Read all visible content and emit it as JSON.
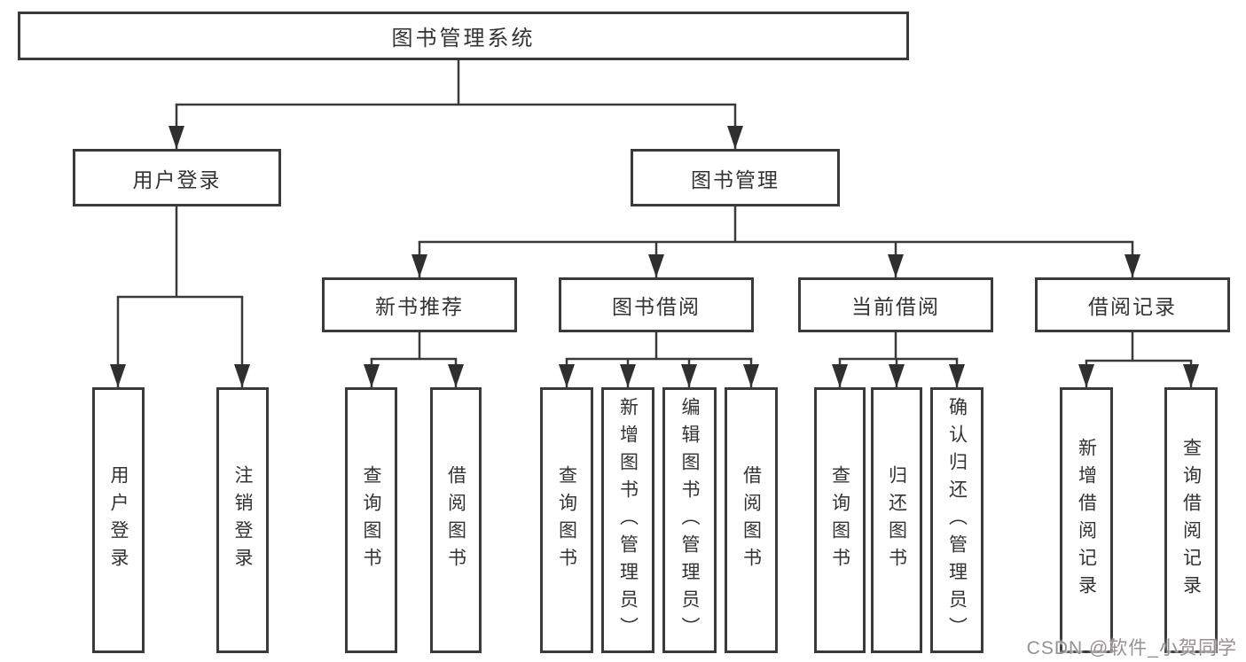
{
  "diagram": {
    "title": "图书管理系统",
    "colors": {
      "line": "#3a3a3a",
      "text": "#333333",
      "background": "#ffffff",
      "watermark": "#979093"
    },
    "tree": {
      "root": {
        "label": "图书管理系统"
      },
      "level2": [
        {
          "id": "user-login",
          "label": "用户登录"
        },
        {
          "id": "book-management",
          "label": "图书管理"
        }
      ],
      "level3": [
        {
          "id": "new-book-recommend",
          "label": "新书推荐",
          "parent": "book-management"
        },
        {
          "id": "book-borrow",
          "label": "图书借阅",
          "parent": "book-management"
        },
        {
          "id": "current-borrow",
          "label": "当前借阅",
          "parent": "book-management"
        },
        {
          "id": "borrow-record",
          "label": "借阅记录",
          "parent": "book-management"
        }
      ],
      "leaves": [
        {
          "parent": "user-login",
          "label": "用户登录"
        },
        {
          "parent": "user-login",
          "label": "注销登录"
        },
        {
          "parent": "new-book-recommend",
          "label": "查询图书"
        },
        {
          "parent": "new-book-recommend",
          "label": "借阅图书"
        },
        {
          "parent": "book-borrow",
          "label": "查询图书"
        },
        {
          "parent": "book-borrow",
          "label": "新增图书（管理员）"
        },
        {
          "parent": "book-borrow",
          "label": "编辑图书（管理员）"
        },
        {
          "parent": "book-borrow",
          "label": "借阅图书"
        },
        {
          "parent": "current-borrow",
          "label": "查询图书"
        },
        {
          "parent": "current-borrow",
          "label": "归还图书"
        },
        {
          "parent": "current-borrow",
          "label": "确认归还（管理员）"
        },
        {
          "parent": "borrow-record",
          "label": "新增借阅记录"
        },
        {
          "parent": "borrow-record",
          "label": "查询借阅记录"
        }
      ]
    },
    "watermark": "CSDN @软件_小贺同学"
  }
}
